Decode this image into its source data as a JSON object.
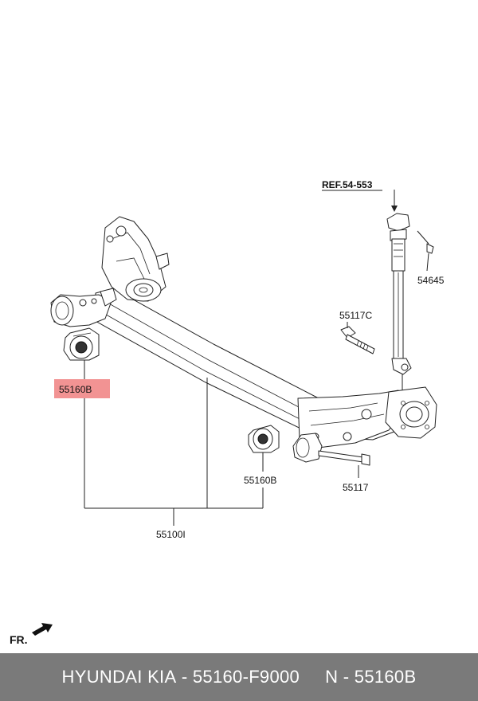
{
  "labels": {
    "ref": "REF.54-553",
    "part_54645": "54645",
    "part_55117C": "55117C",
    "part_55160B_left": "55160B",
    "part_55160B_right": "55160B",
    "part_55117": "55117",
    "part_55100I": "55100I",
    "direction": "FR."
  },
  "highlight_color": "#f08080",
  "footer": {
    "brand": "HYUNDAI KIA",
    "sep1": " - ",
    "part_number": "55160-F9000",
    "gap": "     ",
    "ref_code": "N - 55160B"
  },
  "icons": {
    "direction_arrow": "fr-arrow-icon"
  }
}
